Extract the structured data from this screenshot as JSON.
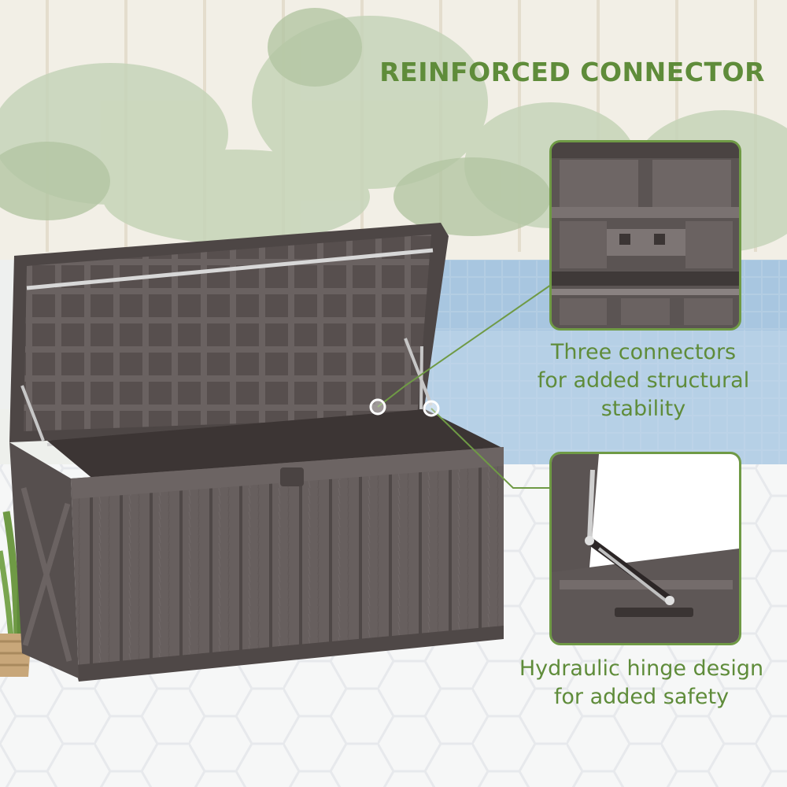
{
  "headline": "REINFORCED CONNECTOR",
  "features": [
    {
      "lines": [
        "Three connectors",
        "for added structural",
        "stability"
      ]
    },
    {
      "lines": [
        "Hydraulic hinge design",
        "for added safety"
      ]
    }
  ],
  "colors": {
    "accent_green": "#5f8c3a",
    "product_brown": "#5e5756",
    "pool_blue": "#9fc0dc",
    "tile_white": "#f4f5f6"
  }
}
